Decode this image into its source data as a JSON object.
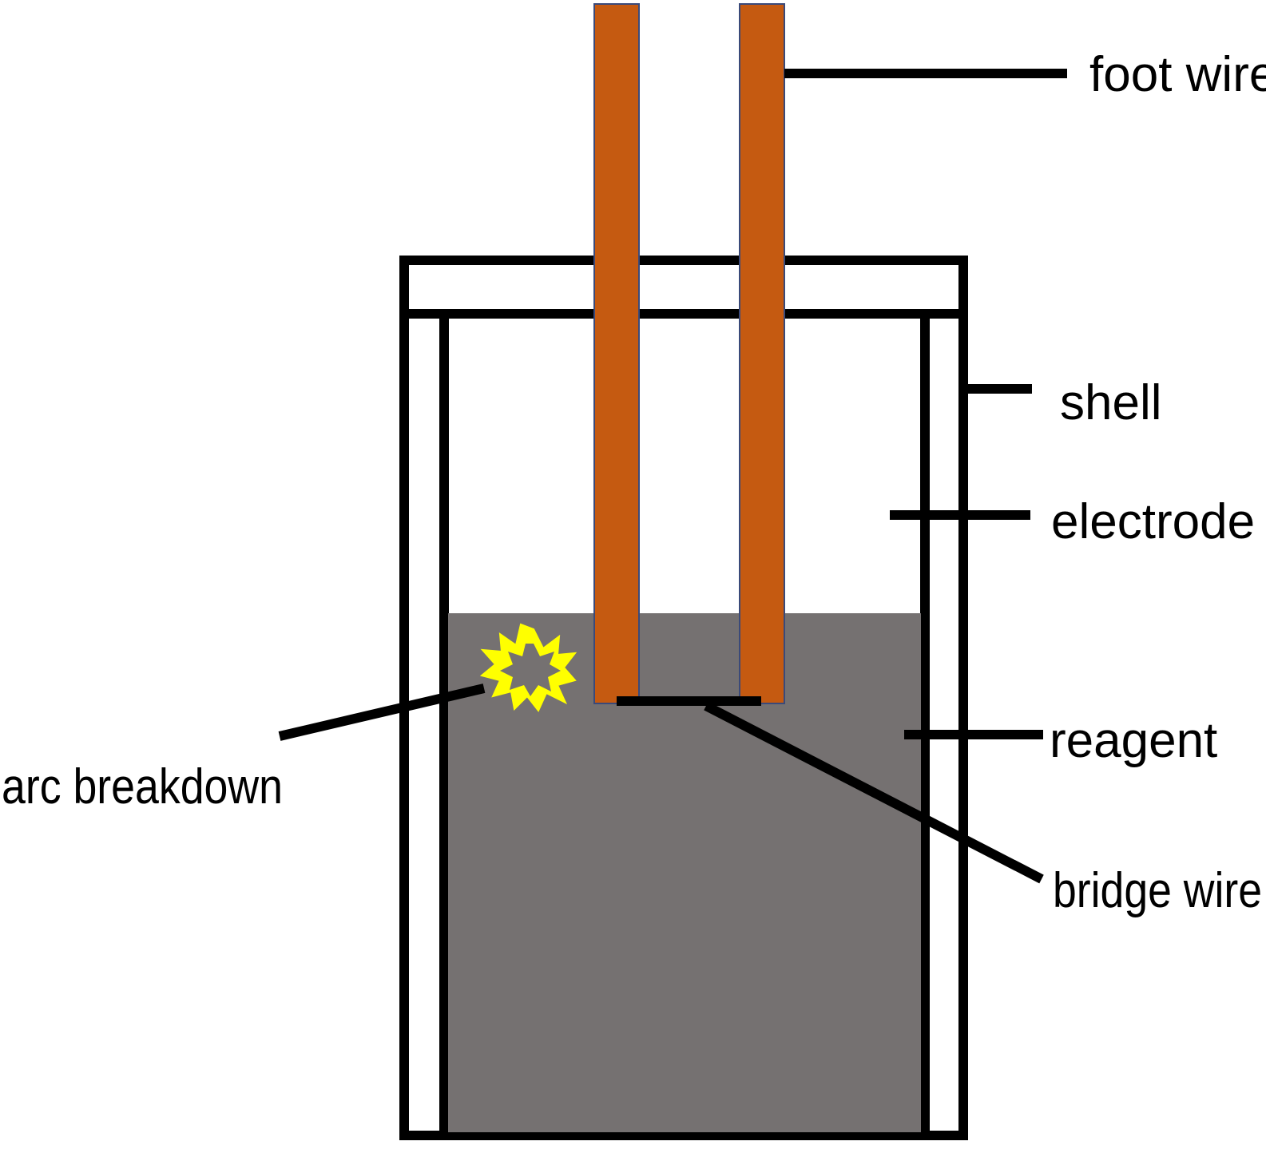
{
  "labels": {
    "foot_wire": "foot wire",
    "shell": "shell",
    "electrode": "electrode",
    "reagent": "reagent",
    "bridge_wire": "bridge wire",
    "arc_breakdown": "arc breakdown"
  },
  "colors": {
    "foot_wire_fill": "#c55a11",
    "foot_wire_stroke": "#3a4a7a",
    "reagent_fill": "#757171",
    "spark_fill": "#ffff00",
    "line": "#000000"
  }
}
